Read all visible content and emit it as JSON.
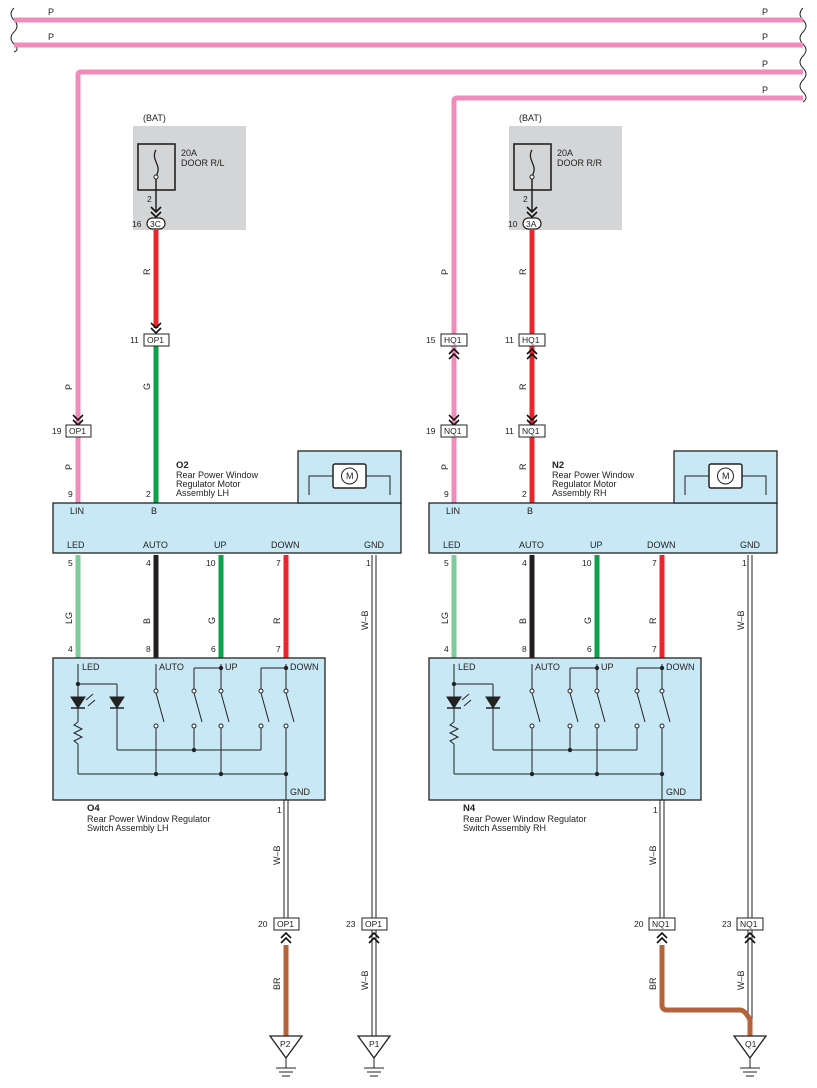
{
  "colors": {
    "P": "#f08cbb",
    "R": "#e8262b",
    "G": "#0aa24a",
    "LG": "#7fcb9b",
    "B": "#231f20",
    "WB": "#ffffff",
    "BR": "#b5633a",
    "component_fill": "#c9e8f6",
    "fuse_fill": "#d4d5d7"
  },
  "bus": {
    "wires": [
      "P",
      "P",
      "P",
      "P"
    ]
  },
  "left": {
    "fuse": {
      "source": "(BAT)",
      "rating": "20A",
      "name": "DOOR R/L",
      "pin": "2",
      "jb_pin": "16",
      "jb": "3C"
    },
    "wires": {
      "fuse_to_conn": "R",
      "conn_to_motor": "G",
      "lin_upper": "P",
      "lin_lower": "P",
      "gnd": "W–B",
      "led": "LG",
      "auto": "B",
      "up": "G",
      "down": "R",
      "sw_gnd": "W–B",
      "ground_br": "BR",
      "ground_wb": "W–B"
    },
    "connectors": {
      "b_conn": {
        "pin": "11",
        "name": "OP1"
      },
      "lin_conn": {
        "pin": "19",
        "name": "OP1"
      },
      "gnd_sw_conn": {
        "pin": "20",
        "name": "OP1"
      },
      "gnd_motor_conn": {
        "pin": "23",
        "name": "OP1"
      }
    },
    "motor": {
      "code": "O2",
      "line1": "Rear Power Window",
      "line2": "Regulator Motor",
      "line3": "Assembly LH",
      "m": "M",
      "pins_top": {
        "lin": "9",
        "b": "2"
      },
      "labels_top": {
        "lin": "LIN",
        "b": "B"
      },
      "labels_bottom": {
        "led": "LED",
        "auto": "AUTO",
        "up": "UP",
        "down": "DOWN",
        "gnd": "GND"
      },
      "pins_bottom": {
        "led": "5",
        "auto": "4",
        "up": "10",
        "down": "7",
        "gnd": "1"
      }
    },
    "switch": {
      "code": "O4",
      "line1": "Rear Power Window Regulator",
      "line2": "Switch Assembly LH",
      "pins_top": {
        "led": "4",
        "auto": "8",
        "up": "6",
        "down": "7"
      },
      "labels_top": {
        "led": "LED",
        "auto": "AUTO",
        "up": "UP",
        "down": "DOWN"
      },
      "gnd_label": "GND",
      "gnd_pin": "1"
    },
    "grounds": {
      "sw": "P2",
      "motor": "P1"
    }
  },
  "right": {
    "fuse": {
      "source": "(BAT)",
      "rating": "20A",
      "name": "DOOR R/R",
      "pin": "2",
      "jb_pin": "10",
      "jb": "3A"
    },
    "wires": {
      "fuse_to_conn": "R",
      "conn_mid": "R",
      "conn_to_motor": "R",
      "lin_upper": "P",
      "lin_lower": "P",
      "gnd": "W–B",
      "led": "LG",
      "auto": "B",
      "up": "G",
      "down": "R",
      "sw_gnd": "W–B",
      "ground_br": "BR",
      "ground_wb": "W–B"
    },
    "connectors": {
      "lin_hq": {
        "pin": "15",
        "name": "HQ1"
      },
      "b_hq": {
        "pin": "11",
        "name": "HQ1"
      },
      "lin_nq": {
        "pin": "19",
        "name": "NQ1"
      },
      "b_nq": {
        "pin": "11",
        "name": "NQ1"
      },
      "gnd_sw_conn": {
        "pin": "20",
        "name": "NQ1"
      },
      "gnd_motor_conn": {
        "pin": "23",
        "name": "NQ1"
      }
    },
    "motor": {
      "code": "N2",
      "line1": "Rear Power Window",
      "line2": "Regulator Motor",
      "line3": "Assembly RH",
      "m": "M",
      "pins_top": {
        "lin": "9",
        "b": "2"
      },
      "labels_top": {
        "lin": "LIN",
        "b": "B"
      },
      "labels_bottom": {
        "led": "LED",
        "auto": "AUTO",
        "up": "UP",
        "down": "DOWN",
        "gnd": "GND"
      },
      "pins_bottom": {
        "led": "5",
        "auto": "4",
        "up": "10",
        "down": "7",
        "gnd": "1"
      }
    },
    "switch": {
      "code": "N4",
      "line1": "Rear Power Window Regulator",
      "line2": "Switch Assembly RH",
      "pins_top": {
        "led": "4",
        "auto": "8",
        "up": "6",
        "down": "7"
      },
      "labels_top": {
        "led": "LED",
        "auto": "AUTO",
        "up": "UP",
        "down": "DOWN"
      },
      "gnd_label": "GND",
      "gnd_pin": "1"
    },
    "grounds": {
      "motor": "Q1"
    }
  }
}
